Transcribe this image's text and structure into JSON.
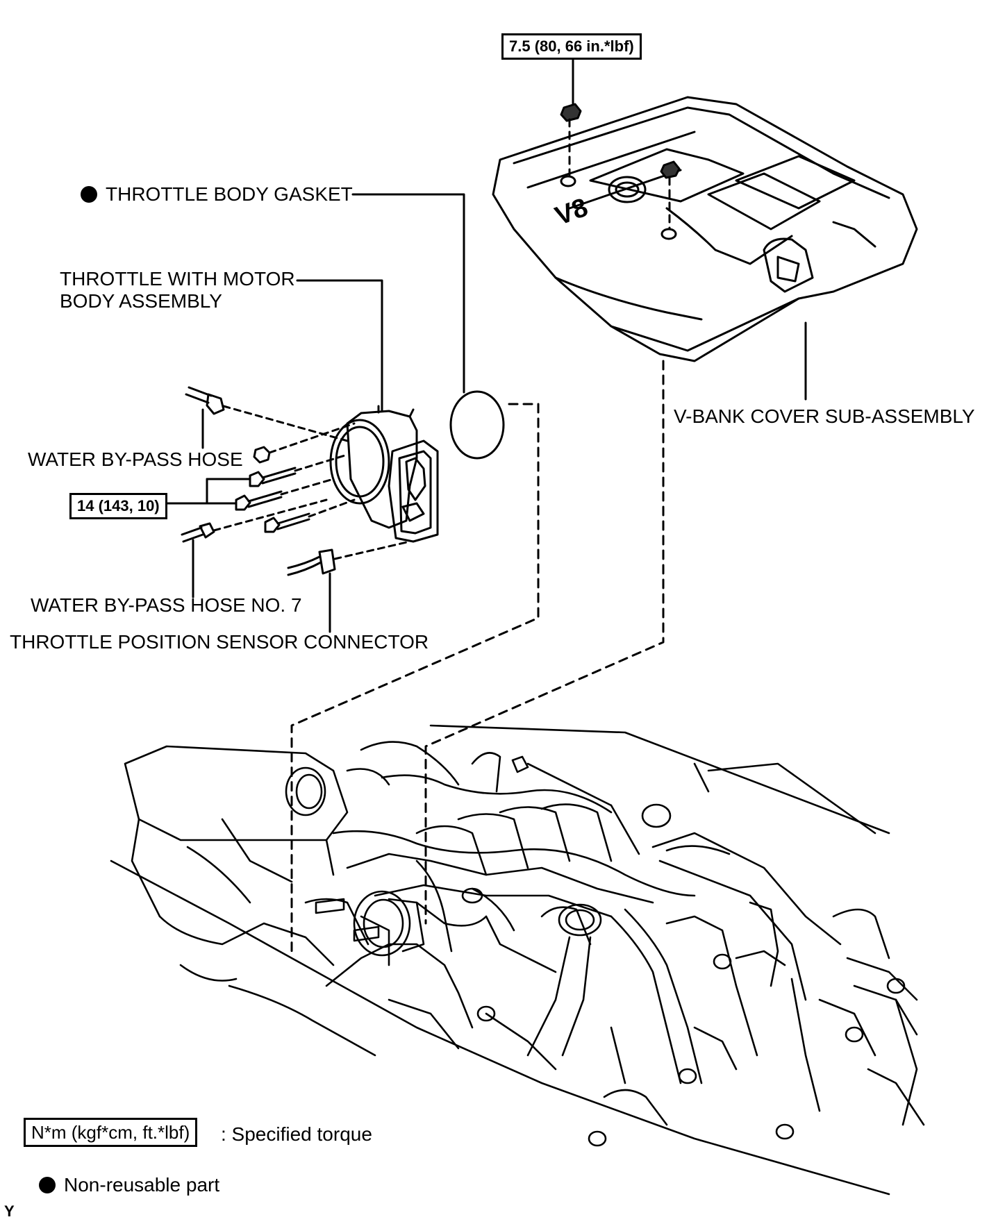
{
  "torque_labels": {
    "v_bank_nut": "7.5 (80, 66 in.*lbf)",
    "throttle_bolts": "14 (143, 10)"
  },
  "part_labels": {
    "throttle_body_gasket": "THROTTLE BODY GASKET",
    "throttle_body_line1": "THROTTLE WITH MOTOR",
    "throttle_body_line2": "BODY ASSEMBLY",
    "water_bypass_hose": "WATER BY-PASS HOSE",
    "water_bypass_hose_7": "WATER BY-PASS HOSE NO. 7",
    "throttle_position_sensor_connector": "THROTTLE POSITION SENSOR CONNECTOR",
    "v_bank_cover": "V-BANK COVER SUB-ASSEMBLY"
  },
  "legend": {
    "torque_box": "N*m (kgf*cm, ft.*lbf)",
    "torque_text": ": Specified torque",
    "non_reusable": "Non-reusable part"
  },
  "corner_mark": "Y",
  "cover_emblem": "V8"
}
